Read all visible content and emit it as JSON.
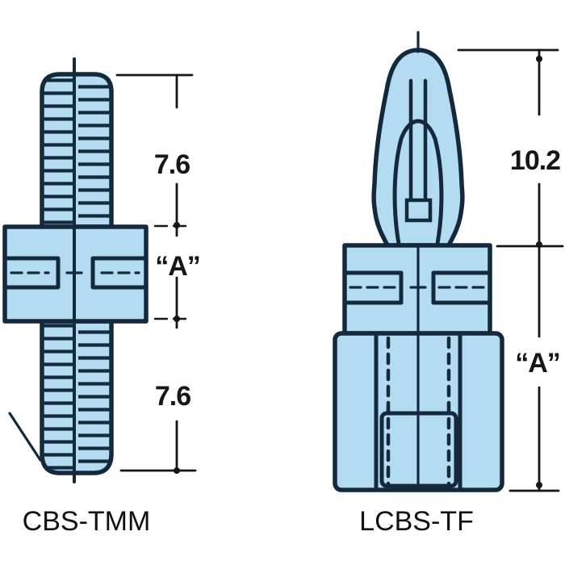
{
  "colors": {
    "background": "#ffffff",
    "part_fill": "#b3dcf2",
    "outline": "#15293d",
    "dimension": "#161616",
    "label": "#111111"
  },
  "parts": {
    "left": {
      "label": "CBS-TMM",
      "dim_top": "7.6",
      "dim_mid": "“A”",
      "dim_bottom": "7.6"
    },
    "right": {
      "label": "LCBS-TF",
      "dim_top": "10.2",
      "dim_mid": "“A”"
    }
  }
}
